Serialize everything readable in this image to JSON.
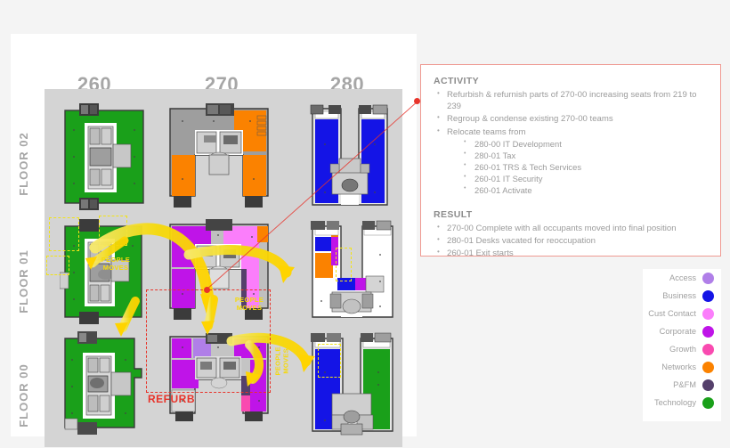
{
  "columns": [
    {
      "id": "260",
      "label": "260"
    },
    {
      "id": "270",
      "label": "270"
    },
    {
      "id": "280",
      "label": "280"
    }
  ],
  "rows": [
    {
      "id": "floor02",
      "label": "FLOOR 02"
    },
    {
      "id": "floor01",
      "label": "FLOOR 01"
    },
    {
      "id": "floor00",
      "label": "FLOOR 00"
    }
  ],
  "callout": {
    "activity_heading": "ACTIVITY",
    "activity_items": [
      "Refurbish & refurnish parts of 270-00 increasing seats from 219 to 239",
      "Regroup & condense existing 270-00 teams",
      "Relocate teams from"
    ],
    "relocate_from": [
      "280-00 IT Development",
      "280-01 Tax",
      "260-01 TRS & Tech Services",
      "260-01 IT Security",
      "260-01 Activate"
    ],
    "result_heading": "RESULT",
    "result_items": [
      "270-00 Complete with all occupants moved into final position",
      "280-01 Desks vacated for reoccupation",
      "260-01 Exit starts"
    ]
  },
  "annotations": {
    "refurb_label": "REFURB",
    "people_moves_label": "PEOPLE\nMOVES",
    "people_moves_line1": "PEOPLE",
    "people_moves_line2": "MOVES"
  },
  "legend": {
    "items": [
      {
        "label": "Access",
        "color": "#b07fe8"
      },
      {
        "label": "Business",
        "color": "#1414e6"
      },
      {
        "label": "Cust Contact",
        "color": "#fb7efb"
      },
      {
        "label": "Corporate",
        "color": "#bf14e8"
      },
      {
        "label": "Growth",
        "color": "#f94ab0"
      },
      {
        "label": "Networks",
        "color": "#fb8200"
      },
      {
        "label": "P&FM",
        "color": "#55406b"
      },
      {
        "label": "Technology",
        "color": "#1aa01a"
      }
    ]
  },
  "colors": {
    "panel_bg": "#d4d4d4",
    "card_bg": "#ffffff",
    "page_bg": "#f4f4f4",
    "header_text": "#a6a6a6",
    "refurb_red": "#e8332a",
    "people_yellow": "#f5d90a",
    "callout_border": "#ef9a92",
    "callout_text": "#9b9b9b"
  }
}
